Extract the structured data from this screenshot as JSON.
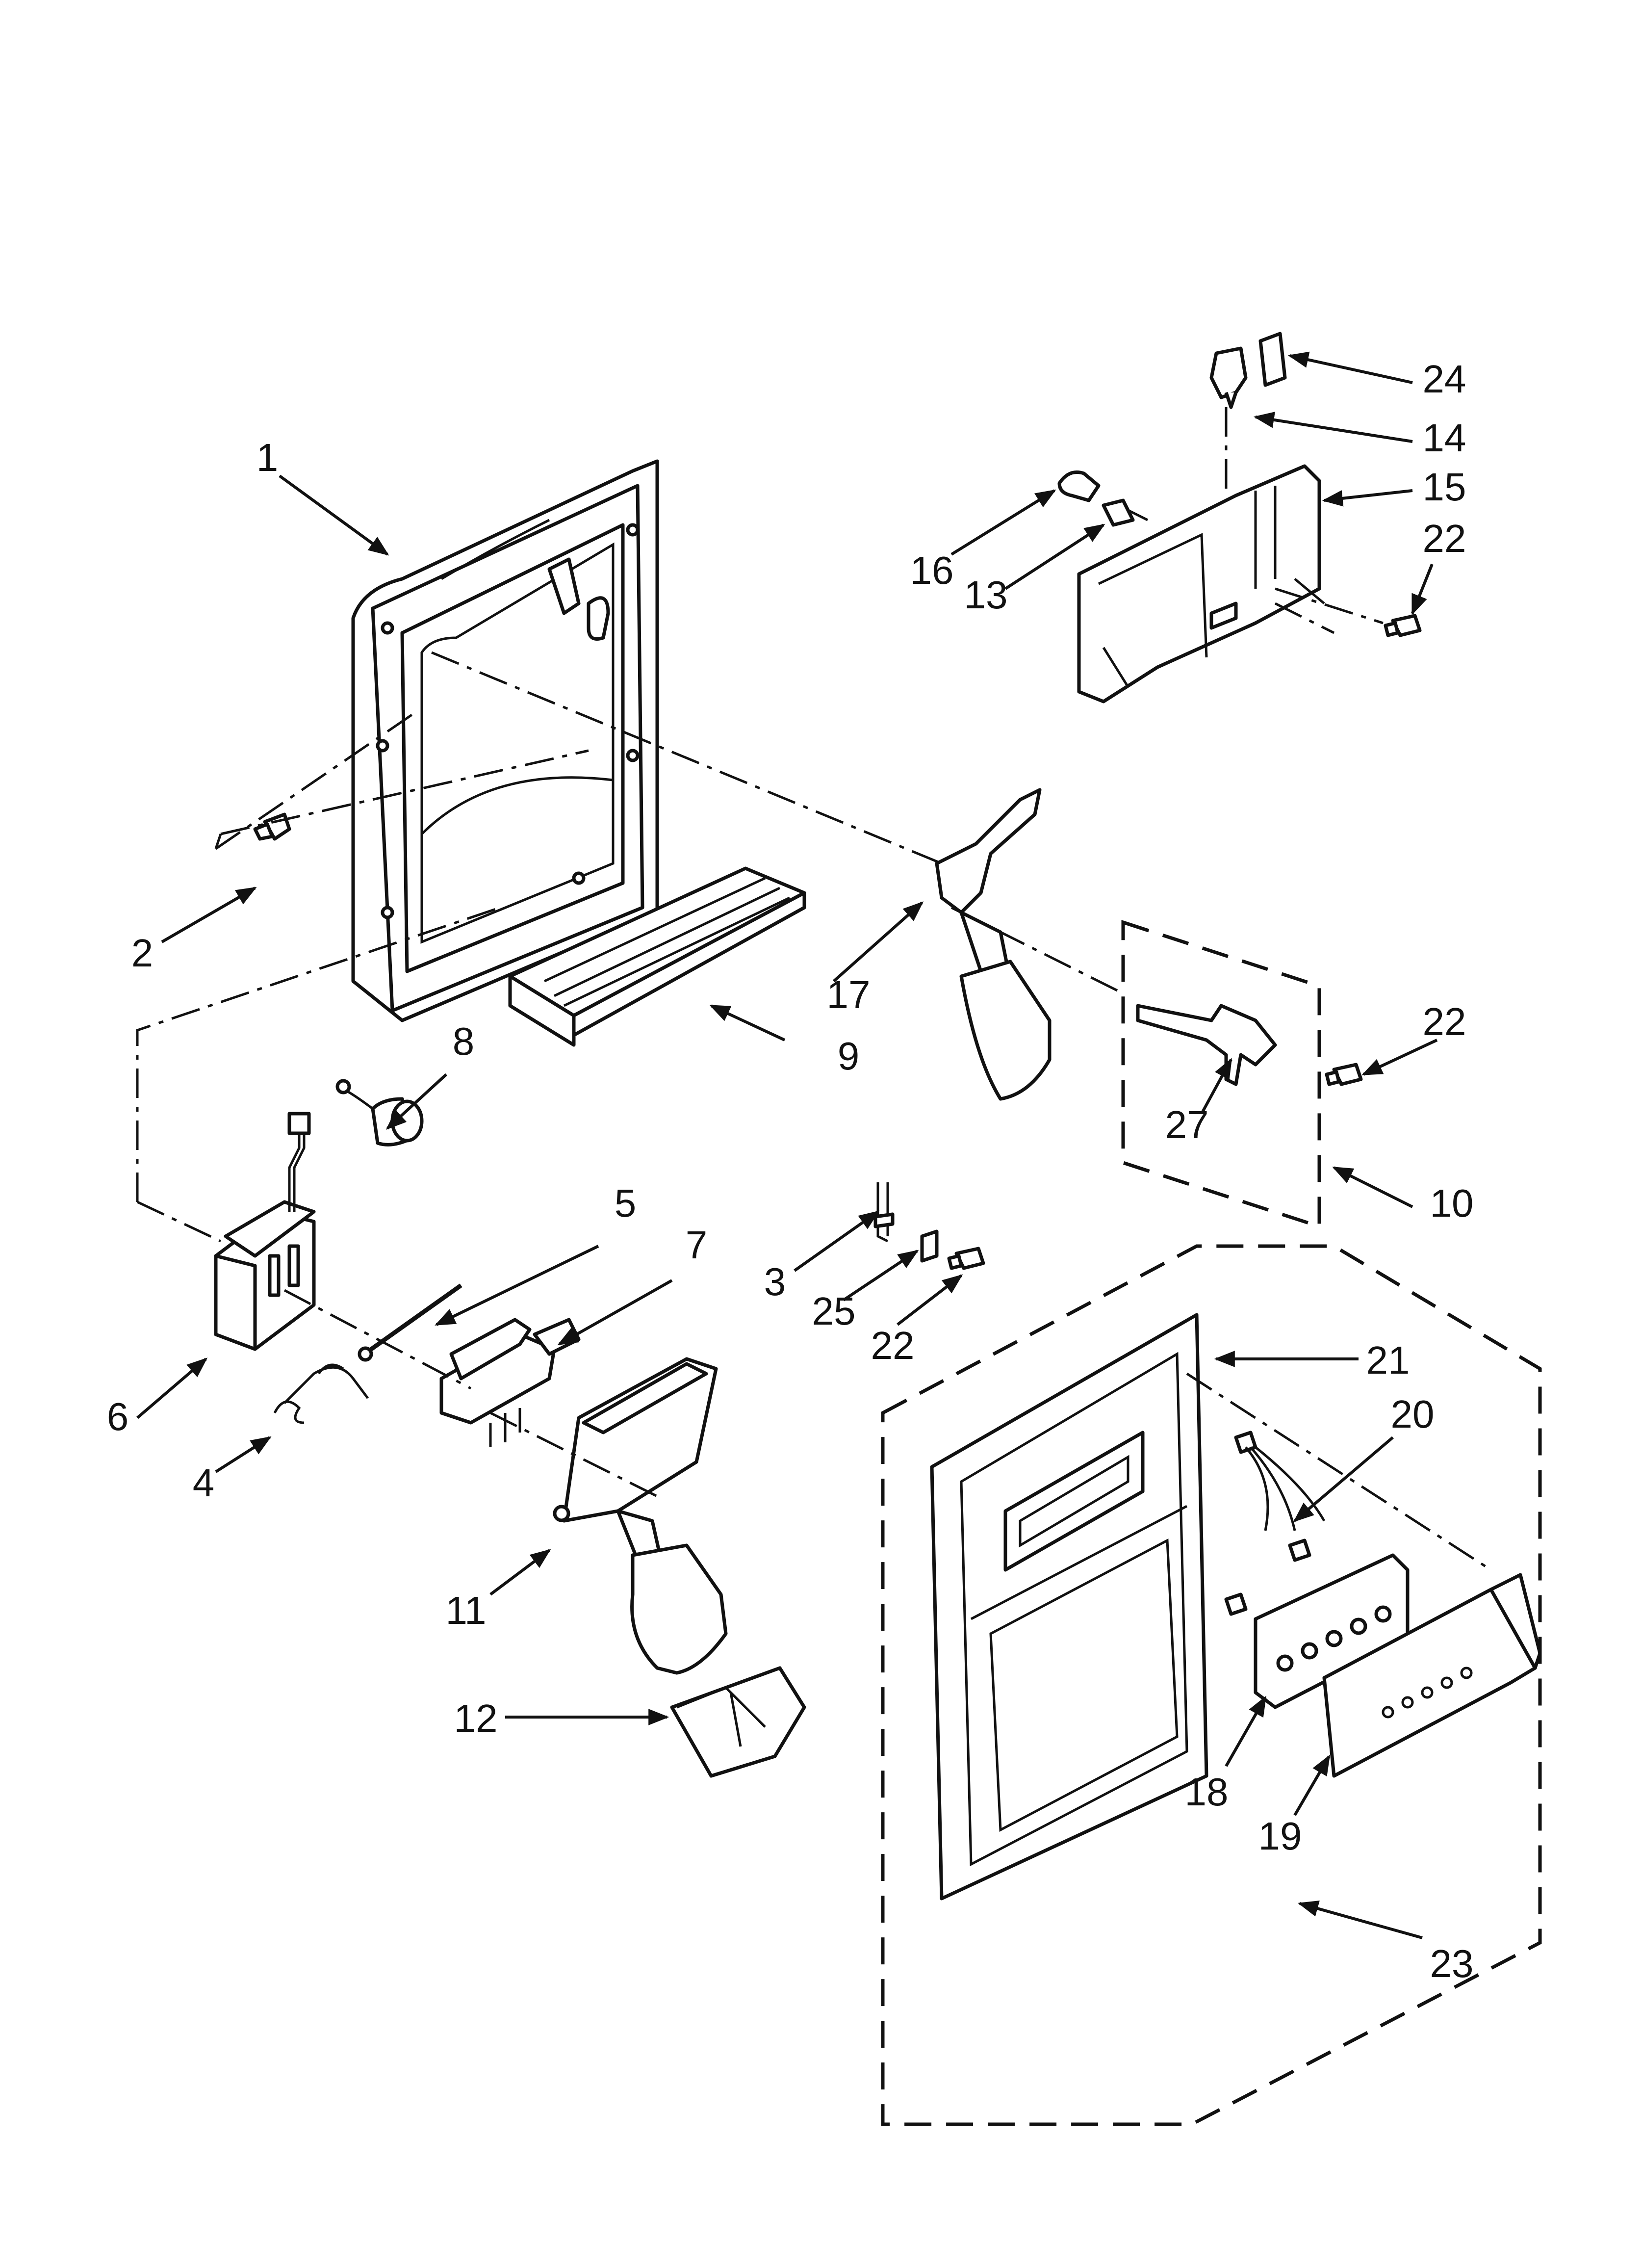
{
  "callouts": [
    {
      "id": "c1",
      "label": "1"
    },
    {
      "id": "c2",
      "label": "2"
    },
    {
      "id": "c3",
      "label": "3"
    },
    {
      "id": "c4",
      "label": "4"
    },
    {
      "id": "c5",
      "label": "5"
    },
    {
      "id": "c6",
      "label": "6"
    },
    {
      "id": "c7",
      "label": "7"
    },
    {
      "id": "c8",
      "label": "8"
    },
    {
      "id": "c9",
      "label": "9"
    },
    {
      "id": "c10",
      "label": "10"
    },
    {
      "id": "c11",
      "label": "11"
    },
    {
      "id": "c12",
      "label": "12"
    },
    {
      "id": "c13",
      "label": "13"
    },
    {
      "id": "c14",
      "label": "14"
    },
    {
      "id": "c15",
      "label": "15"
    },
    {
      "id": "c16",
      "label": "16"
    },
    {
      "id": "c17",
      "label": "17"
    },
    {
      "id": "c18",
      "label": "18"
    },
    {
      "id": "c19",
      "label": "19"
    },
    {
      "id": "c20",
      "label": "20"
    },
    {
      "id": "c21",
      "label": "21"
    },
    {
      "id": "c22a",
      "label": "22"
    },
    {
      "id": "c22b",
      "label": "22"
    },
    {
      "id": "c22c",
      "label": "22"
    },
    {
      "id": "c23",
      "label": "23"
    },
    {
      "id": "c24",
      "label": "24"
    },
    {
      "id": "c25",
      "label": "25"
    },
    {
      "id": "c27",
      "label": "27"
    }
  ]
}
